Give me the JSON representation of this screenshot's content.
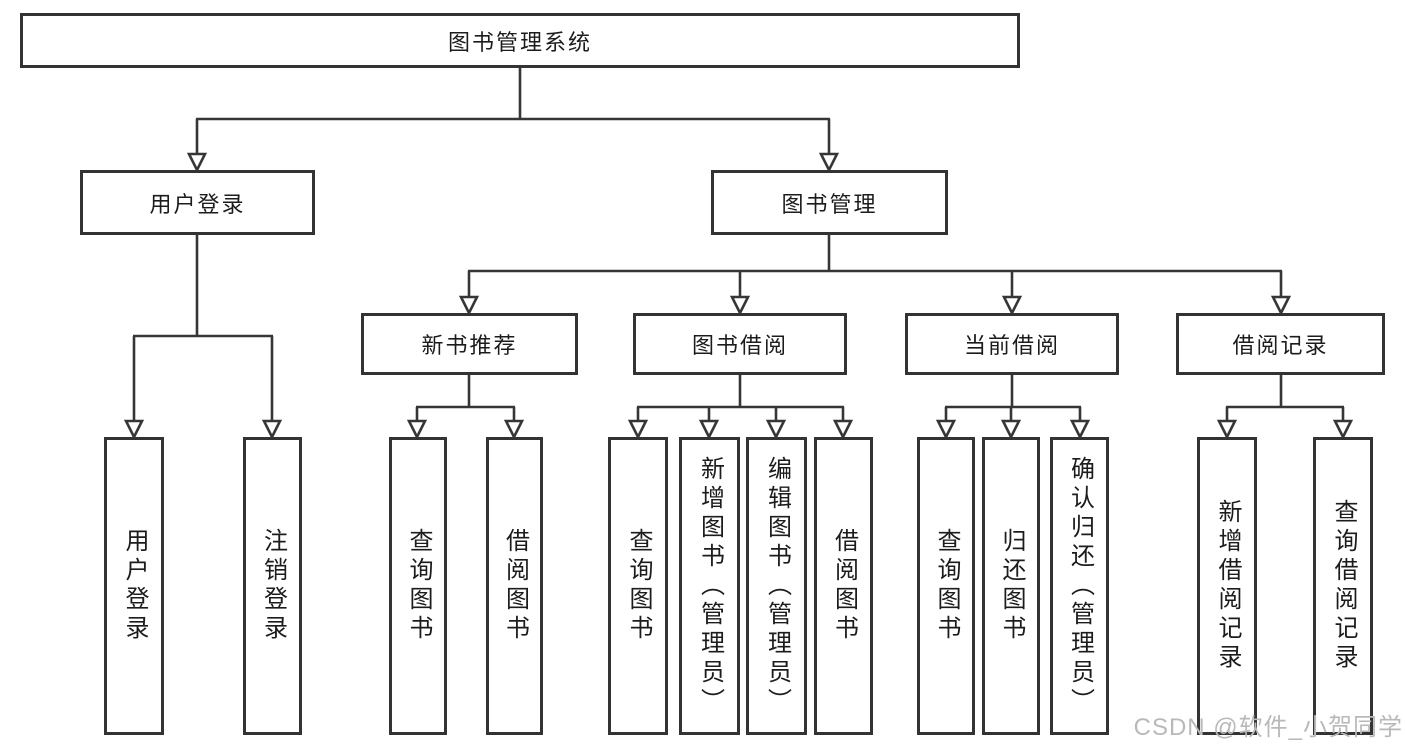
{
  "diagram": {
    "root": {
      "label": "图书管理系统"
    },
    "level1": [
      {
        "label": "用户登录"
      },
      {
        "label": "图书管理"
      }
    ],
    "level2": [
      {
        "label": "新书推荐"
      },
      {
        "label": "图书借阅"
      },
      {
        "label": "当前借阅"
      },
      {
        "label": "借阅记录"
      }
    ],
    "leaves": {
      "user_login": [
        "用户登录",
        "注销登录"
      ],
      "new_book": [
        "查询图书",
        "借阅图书"
      ],
      "borrow": [
        "查询图书",
        "新增图书（管理员）",
        "编辑图书（管理员）",
        "借阅图书"
      ],
      "current": [
        "查询图书",
        "归还图书",
        "确认归还（管理员）"
      ],
      "records": [
        "新增借阅记录",
        "查询借阅记录"
      ]
    }
  },
  "watermark": "CSDN @软件_小贺同学",
  "colors": {
    "line": "#363636",
    "border": "#333333",
    "text": "#1c1c1c",
    "background": "#ffffff",
    "watermark": "#b9b9b9"
  }
}
